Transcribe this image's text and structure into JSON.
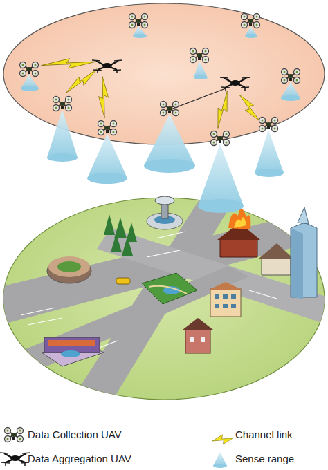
{
  "diagram": {
    "legend": [
      {
        "text": "Data Collection UAV"
      },
      {
        "text": "Channel link"
      },
      {
        "text": "Data Aggregation UAV"
      },
      {
        "text": "Sense range"
      }
    ]
  }
}
